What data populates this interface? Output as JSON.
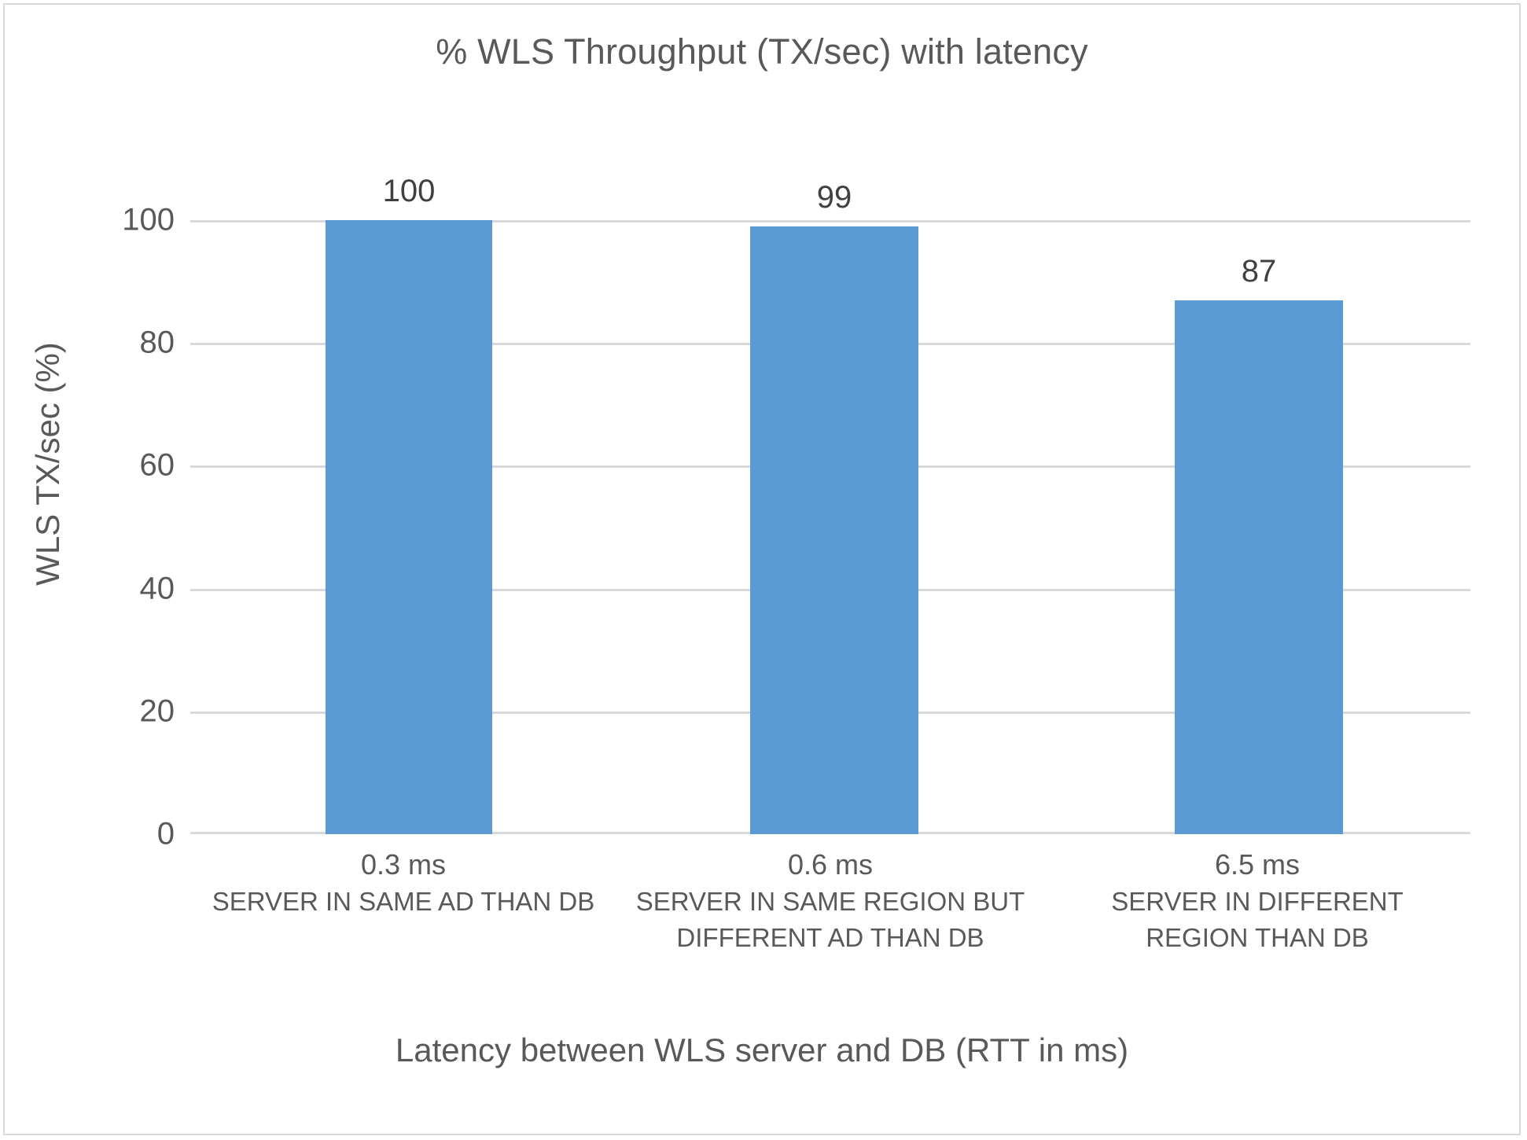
{
  "chart_data": {
    "type": "bar",
    "title": "% WLS Throughput (TX/sec) with latency",
    "xlabel": "Latency between WLS server and DB (RTT in ms)",
    "ylabel": "WLS TX/sec (%)",
    "categories": [
      "0.3 ms",
      "0.6 ms",
      "6.5 ms"
    ],
    "category_descriptions": [
      "SERVER IN SAME AD THAN DB",
      "SERVER IN SAME REGION BUT DIFFERENT AD THAN DB",
      "SERVER IN DIFFERENT REGION THAN DB"
    ],
    "values": [
      100,
      99,
      87
    ],
    "data_labels": [
      "100",
      "99",
      "87"
    ],
    "ylim": [
      0,
      100
    ],
    "yticks": [
      0,
      20,
      40,
      60,
      80,
      100
    ],
    "ytick_labels": [
      "0",
      "20",
      "40",
      "60",
      "80",
      "100"
    ],
    "grid": "horizontal",
    "legend": "none",
    "series": [
      {
        "name": "WLS TX/sec (%)",
        "values": [
          100,
          99,
          87
        ]
      }
    ]
  },
  "style": {
    "bar_color": "#5B9BD5",
    "grid_color": "#D9D9D9",
    "text_color": "#595959",
    "label_color": "#404040",
    "border_color": "#D9D9D9",
    "background": "#FFFFFF"
  }
}
